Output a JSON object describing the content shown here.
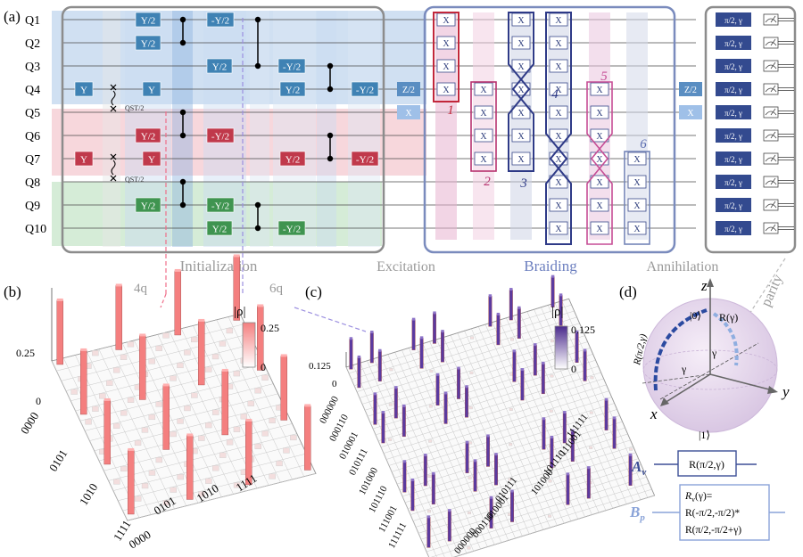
{
  "panel_labels": {
    "a": "(a)",
    "b": "(b)",
    "c": "(c)",
    "d": "(d)"
  },
  "qubits": [
    "Q1",
    "Q2",
    "Q3",
    "Q4",
    "Q5",
    "Q6",
    "Q7",
    "Q8",
    "Q9",
    "Q10"
  ],
  "gates": {
    "y2": "Y/2",
    "my2": "-Y/2",
    "y": "Y",
    "z2": "Z/2",
    "x": "X",
    "qst": "QST/2",
    "pi2g": "π/2, γ"
  },
  "section_labels": {
    "init": "Initialization",
    "excitation": "Excitation",
    "braiding": "Braiding",
    "annihilation": "Annihilation",
    "parity": "parity"
  },
  "braid_numbers": [
    "1",
    "2",
    "3",
    "4",
    "5",
    "6"
  ],
  "panel_b": {
    "tag": "4q",
    "zaxis": [
      "0.25",
      "0"
    ],
    "rows": [
      "0000",
      "0101",
      "1010",
      "1111"
    ],
    "cols": [
      "1111",
      "1010",
      "0101",
      "0000"
    ],
    "colorbar_label": "|ρ|",
    "colorbar_max": "0.25",
    "colorbar_min": "0",
    "colors": {
      "bar": "#f47f7f",
      "bar_top": "#ffb0b0"
    }
  },
  "panel_c": {
    "tag": "6q",
    "zaxis": [
      "0.125",
      "0"
    ],
    "rows": [
      "000000",
      "000110",
      "010001",
      "010111",
      "101000",
      "101110",
      "111001",
      "111111"
    ],
    "cols": [
      "111111",
      "111001",
      "101110",
      "101000",
      "010111",
      "010001",
      "000110",
      "000000"
    ],
    "colorbar_label": "|ρ|",
    "colorbar_max": "0.125",
    "colorbar_min": "0",
    "colors": {
      "bar": "#5b3aa0"
    }
  },
  "panel_d": {
    "z": "z",
    "x": "x",
    "y": "y",
    "ket0": "|0⟩",
    "ket1": "|1⟩",
    "rg": "R(γ)",
    "rpg": "R(π/2,γ)",
    "gamma": "γ",
    "av_label": "A",
    "av_sub": "v",
    "av_box": "R(π/2,γ)",
    "bp_label": "B",
    "bp_sub": "p",
    "bp_line1": "R",
    "bp_line1_sub": "v",
    "bp_line1_rest": "(γ)=",
    "bp_line2": "R(-π/2,-π/2)*",
    "bp_line3": "R(π/2,-π/2+γ)"
  }
}
